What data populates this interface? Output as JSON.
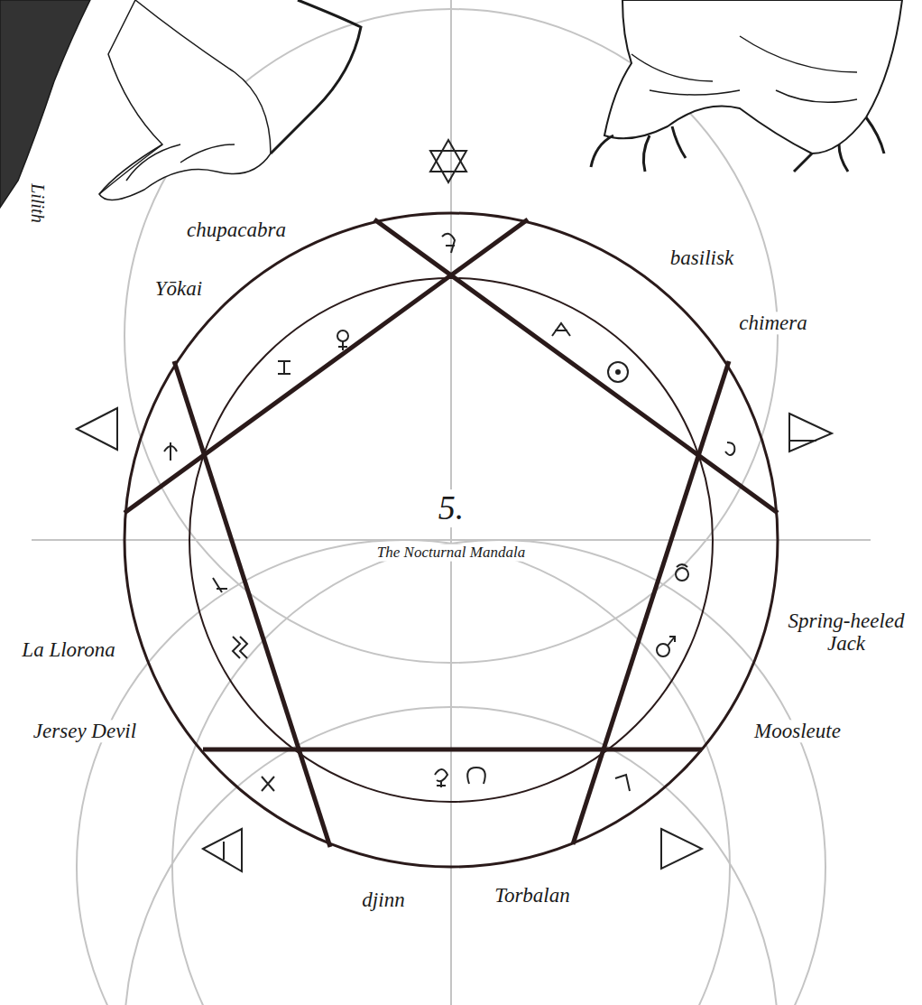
{
  "diagram": {
    "title": "The Nocturnal Mandala",
    "labels": [
      "5.",
      "chupacabra",
      "Yōkai",
      "basilisk",
      "chimera",
      "La Llorona",
      "Jersey Devil",
      "Spring-heeled Jack",
      "Moosleute",
      "djinn",
      "Torbalan",
      "Lilith"
    ]
  }
}
